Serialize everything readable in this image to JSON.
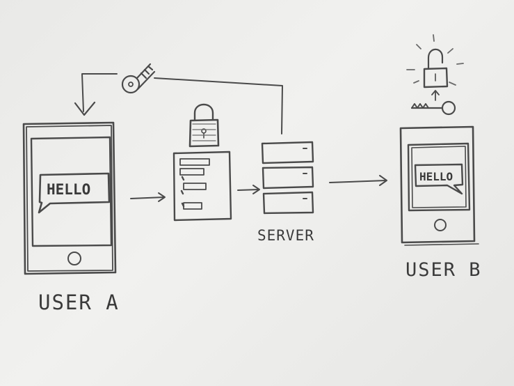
{
  "diagram": {
    "user_a": {
      "label": "USER A",
      "bubble_text": "HELLO"
    },
    "server": {
      "label": "SERVER"
    },
    "user_b": {
      "label": "USER B",
      "bubble_text": "HELLO"
    }
  },
  "colors": {
    "ink": "#4a4a4a",
    "paper": "#ececea"
  },
  "icons": [
    "key-icon",
    "padlock-icon",
    "unlocked-padlock-icon",
    "arrow-icon",
    "phone-icon",
    "server-icon",
    "document-icon"
  ]
}
